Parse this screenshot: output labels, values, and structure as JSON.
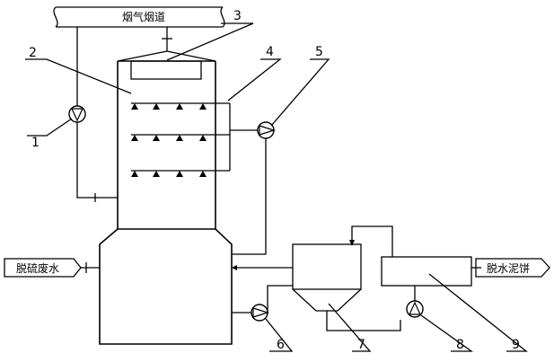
{
  "flue_duct_label": "烟气烟道",
  "input_label": "脱硫废水",
  "output_label": "脱水泥饼",
  "callouts": [
    "1",
    "2",
    "3",
    "4",
    "5",
    "6",
    "7",
    "8",
    "9"
  ]
}
